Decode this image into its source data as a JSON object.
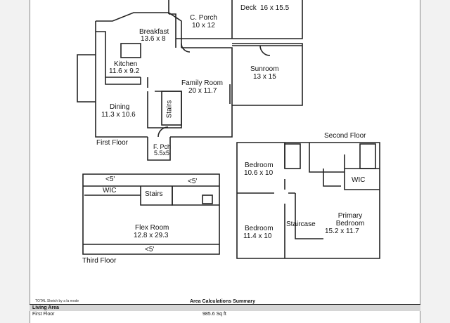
{
  "rooms": {
    "deck": {
      "name": "Deck",
      "dims": "16 x 15.5"
    },
    "c_porch": {
      "name": "C. Porch",
      "dims": "10 x 12"
    },
    "breakfast": {
      "name": "Breakfast",
      "dims": "13.6 x 8"
    },
    "kitchen": {
      "name": "Kitchen",
      "dims": "11.6 x 9.2"
    },
    "sunroom": {
      "name": "Sunroom",
      "dims": "13 x 15"
    },
    "family_room": {
      "name": "Family Room",
      "dims": "20 x 11.7"
    },
    "stairs_first": {
      "name": "Stairs"
    },
    "dining": {
      "name": "Dining",
      "dims": "11.3 x 10.6"
    },
    "f_pch": {
      "name": "F. Pch",
      "dims": "5.5x5"
    },
    "bedroom_1": {
      "name": "Bedroom",
      "dims": "10.6 x 10"
    },
    "wic_second": {
      "name": "WIC"
    },
    "staircase": {
      "name": "Staircase"
    },
    "primary_bedroom": {
      "name": "Primary Bedroom",
      "dims": "15.2 x 11.7"
    },
    "bedroom_2": {
      "name": "Bedroom",
      "dims": "11.4 x 10"
    },
    "wic_third": {
      "name": "WIC"
    },
    "stairs_third": {
      "name": "Stairs"
    },
    "flex_room": {
      "name": "Flex Room",
      "dims": "12.8 x 29.3"
    },
    "low_ceiling_1": {
      "name": "<5'"
    },
    "low_ceiling_2": {
      "name": "<5'"
    },
    "low_ceiling_3": {
      "name": "<5'"
    }
  },
  "floors": {
    "first": "First Floor",
    "second": "Second Floor",
    "third": "Third Floor"
  },
  "footer": {
    "software": "TOTAL Sketch by a la mode",
    "summary_title": "Area Calculations Summary",
    "section": "Living Area",
    "rows": [
      {
        "label": "First Floor",
        "value": "985.6 Sq ft"
      }
    ]
  }
}
